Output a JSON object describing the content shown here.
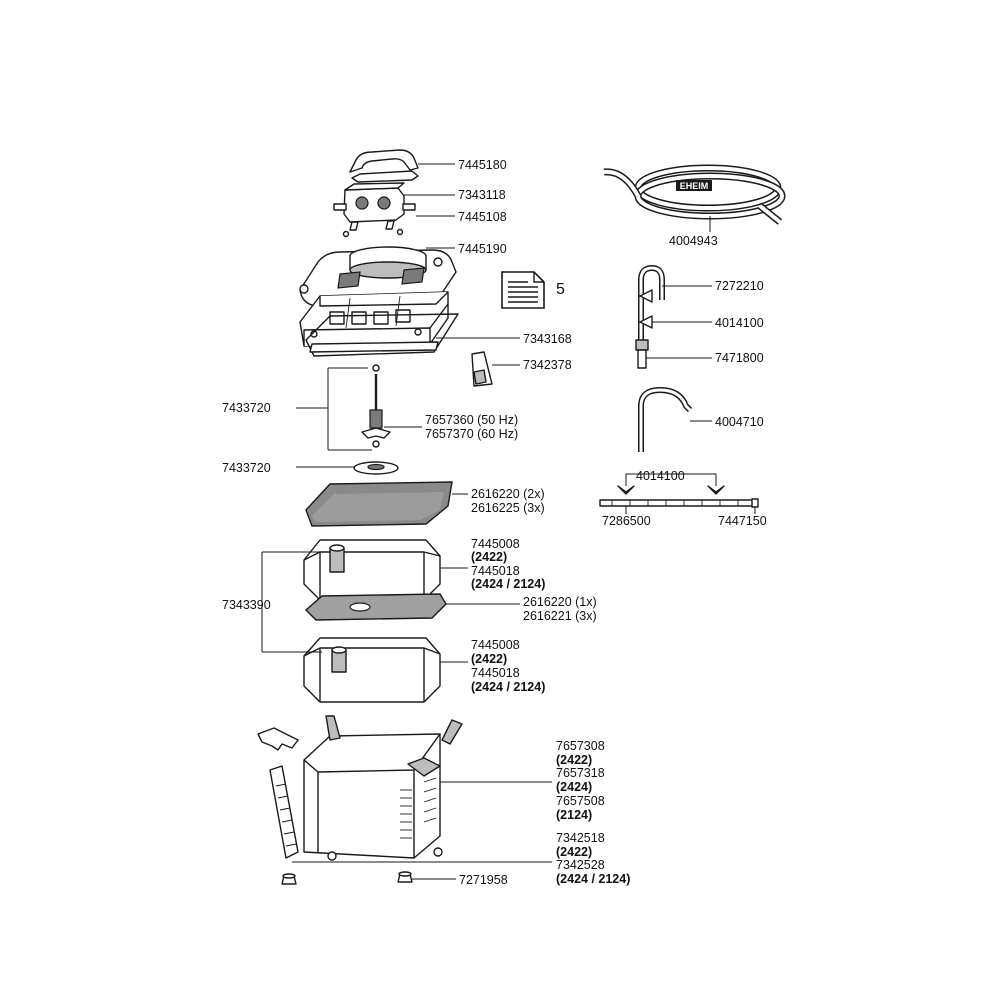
{
  "labels": {
    "l7445180": "7445180",
    "l7343118": "7343118",
    "l7445108": "7445108",
    "l7445190": "7445190",
    "doc_ref": "5",
    "l7343168": "7343168",
    "l7342378": "7342378",
    "l7433720_top": "7433720",
    "l7657360": "7657360 (50 Hz)",
    "l7657370": "7657370 (60 Hz)",
    "l7433720_bot": "7433720",
    "l2616220_2x": "2616220 (2x)",
    "l2616225_3x": "2616225 (3x)",
    "l7445008_a": "7445008",
    "m2422_a": "(2422)",
    "l7445018_a": "7445018",
    "m2424_2124_a": "(2424 / 2124)",
    "l7343390": "7343390",
    "l2616220_1x": "2616220 (1x)",
    "l2616221_3x": "2616221 (3x)",
    "l7445008_b": "7445008",
    "m2422_b": "(2422)",
    "l7445018_b": "7445018",
    "m2424_2124_b": "(2424 / 2124)",
    "l7657308": "7657308",
    "m2422_c": "(2422)",
    "l7657318": "7657318",
    "m2424_c": "(2424)",
    "l7657508": "7657508",
    "m2124_c": "(2124)",
    "l7342518": "7342518",
    "m2422_d": "(2422)",
    "l7342528": "7342528",
    "m2424_2124_d": "(2424 / 2124)",
    "l7271958": "7271958",
    "l4004943": "4004943",
    "l7272210": "7272210",
    "l4014100_a": "4014100",
    "l7471800": "7471800",
    "l4004710": "4004710",
    "l4014100_b": "4014100",
    "l7286500": "7286500",
    "l7447150": "7447150",
    "hose_brand": "EHEIM"
  },
  "icons": {
    "document": "document-icon"
  }
}
